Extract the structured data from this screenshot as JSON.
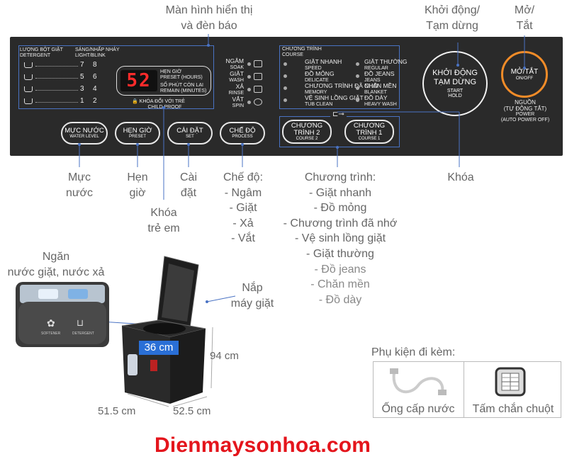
{
  "annotations": {
    "display": [
      "Màn hình hiển thị",
      "và đèn báo"
    ],
    "start": [
      "Khởi động/",
      "Tạm dừng"
    ],
    "power": [
      "Mở/",
      "Tắt"
    ],
    "water_level": [
      "Mực",
      "nước"
    ],
    "preset": [
      "Hẹn",
      "giờ"
    ],
    "set": [
      "Cài",
      "đặt"
    ],
    "child_lock": [
      "Khóa",
      "trẻ em"
    ],
    "mode": [
      "Chế độ:",
      "- Ngâm",
      "- Giặt",
      "- Xả",
      "- Vắt"
    ],
    "programs": [
      "Chương trình:",
      "- Giặt nhanh",
      "- Đồ mỏng",
      "- Chương trình đã nhớ",
      "- Vệ sinh lồng giặt",
      "- Giặt thường",
      "- Đồ jeans",
      "- Chăn mền",
      "- Đồ dày"
    ],
    "lock": "Khóa",
    "drawer": [
      "Ngăn",
      "nước giặt, nước xả"
    ],
    "lid": [
      "Nắp",
      "máy giặt"
    ],
    "accessories_title": "Phụ kiện đi kèm:"
  },
  "panel": {
    "detergent_header": [
      "LƯỢNG BỘT GIẶT",
      "DETERGENT"
    ],
    "light_header": [
      "SÁNG/NHẤP NHÁY",
      "LIGHT/BLINK"
    ],
    "detergent_rows": [
      {
        "a": "7",
        "b": "8"
      },
      {
        "a": "5",
        "b": "6"
      },
      {
        "a": "3",
        "b": "4"
      },
      {
        "a": "1",
        "b": "2"
      }
    ],
    "display_value": "52",
    "preset_label": [
      "HẸN GIỜ",
      "PRESET (HOURS)"
    ],
    "remain_label": [
      "SỐ PHÚT CÒN LẠI",
      "REMAIN (MINUTES)"
    ],
    "child_proof": [
      "KHÓA ĐỔI VỚI TRẺ",
      "CHILD PROOF"
    ],
    "modes": [
      {
        "vi": "NGÂM",
        "en": "SOAK"
      },
      {
        "vi": "GIẶT",
        "en": "WASH"
      },
      {
        "vi": "XẢ",
        "en": "RINSE"
      },
      {
        "vi": "VẮT",
        "en": "SPIN"
      }
    ],
    "course_header": [
      "CHƯƠNG TRÌNH",
      "COURSE"
    ],
    "courses_left": [
      {
        "vi": "GIẶT NHANH",
        "en": "SPEED"
      },
      {
        "vi": "ĐỒ MỎNG",
        "en": "DELICATE"
      },
      {
        "vi": "CHƯƠNG TRÌNH ĐÃ NHỚ",
        "en": "MEMORY"
      },
      {
        "vi": "VỆ SINH LỒNG GIẶT",
        "en": "TUB CLEAN"
      }
    ],
    "courses_right": [
      {
        "vi": "GIẶT THƯỜNG",
        "en": "REGULAR"
      },
      {
        "vi": "ĐỒ JEANS",
        "en": "JEANS"
      },
      {
        "vi": "CHĂN MỀN",
        "en": "BLANKET"
      },
      {
        "vi": "ĐỒ DÀY",
        "en": "HEAVY WASH"
      }
    ],
    "start_button": {
      "main1": "KHỞI ĐỘNG",
      "main2": "TẠM DỪNG",
      "sub1": "START",
      "sub2": "HOLD"
    },
    "power_button": {
      "main": "MỞ/TẮT",
      "sub": "ON/OFF"
    },
    "power_caption": [
      "NGUỒN",
      "(TỰ ĐỘNG TẮT)",
      "POWER",
      "(AUTO POWER OFF)"
    ],
    "buttons": [
      {
        "main": "MỰC NƯỚC",
        "sub": "WATER LEVEL"
      },
      {
        "main": "HẸN GIỜ",
        "sub": "PRESET"
      },
      {
        "main": "CÀI ĐẶT",
        "sub": "SET"
      },
      {
        "main": "CHẾ ĐỘ",
        "sub": "PROCESS"
      }
    ],
    "course2": {
      "main1": "CHƯƠNG",
      "main2": "TRÌNH 2",
      "sub": "COURSE 2"
    },
    "course1": {
      "main1": "CHƯƠNG",
      "main2": "TRÌNH 1",
      "sub": "COURSE 1"
    }
  },
  "drawer_labels": [
    "SOFTENER",
    "DETERGENT"
  ],
  "dimensions": {
    "depth": "36 cm",
    "height": "94 cm",
    "width": "51.5 cm",
    "length": "52.5 cm"
  },
  "accessories": [
    {
      "name": "Ống cấp nước",
      "icon": "hose-icon"
    },
    {
      "name": "Tấm chắn chuột",
      "icon": "rodent-guard-icon"
    }
  ],
  "brand": "Dienmaysonhoa.com",
  "colors": {
    "panel": "#2a2a2a",
    "outline": "#4a73c4",
    "power_ring": "#f28c28",
    "display_digits": "#ff2b2b",
    "brand": "#e4151c",
    "dim_label_bg": "#2a6fd6"
  }
}
